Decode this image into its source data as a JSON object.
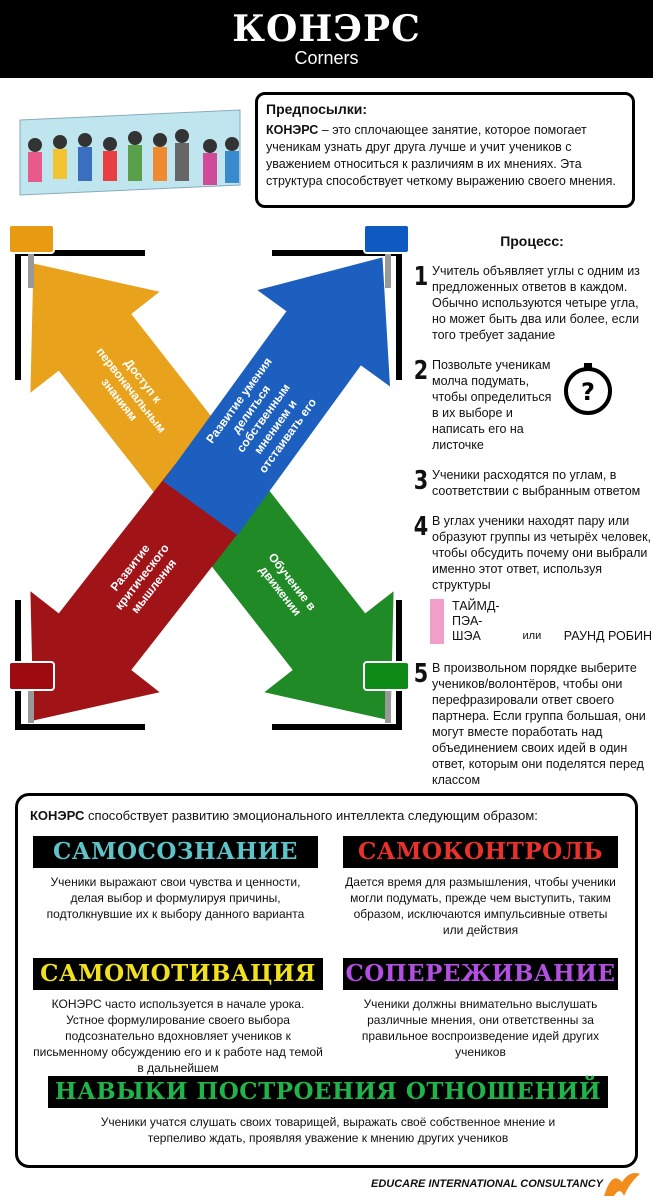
{
  "header": {
    "title": "КОНЭРС",
    "subtitle": "Corners"
  },
  "background": {
    "heading": "Предпосылки:",
    "lead": "КОНЭРС",
    "text": " – это сплочающее занятие, которое помогает ученикам узнать друг друга лучше и учит учеников с уважением относиться к различиям в их мнениях. Эта структура способствует четкому выражению своего мнения."
  },
  "arrows": {
    "yellow": [
      "Доступ к",
      "первоначальным",
      "знаниям"
    ],
    "blue": [
      "Развитие умения",
      "делиться",
      "собственным",
      "мнением и",
      "отстаивать его"
    ],
    "red": [
      "Развитие",
      "критического",
      "мышления"
    ],
    "green": [
      "Обучение в",
      "движении"
    ],
    "colors": {
      "yellow": "#e8a21c",
      "blue": "#1c5fbf",
      "red": "#a01418",
      "green": "#1f8a26"
    }
  },
  "process": {
    "title": "Процесс:",
    "steps": [
      {
        "n": "1",
        "text": "Учитель объявляет углы с одним из предложенных ответов в каждом. Обычно используются четыре угла, но может быть два или более, если того требует задание"
      },
      {
        "n": "2",
        "text": "Позвольте ученикам молча подумать, чтобы определиться в их выборе и написать его на листочке"
      },
      {
        "n": "3",
        "text": "Ученики расходятся по углам, в соответствии с выбранным ответом"
      },
      {
        "n": "4",
        "text": "В углах ученики находят пару или образуют  группы из четырёх человек, чтобы обсудить почему они  выбрали именно этот ответ, используя структуры"
      },
      {
        "n": "5",
        "text": "В произвольном порядке выберите учеников/волонтёров, чтобы они перефразировали ответ своего партнера. Если группа большая, они могут вместе поработать над объединением своих идей в один ответ, которым они поделятся перед классом"
      }
    ],
    "structure_a": "ТАЙМД-ПЭА-ШЭА",
    "or": "или",
    "structure_b": "РАУНД РОБИН"
  },
  "ei": {
    "lead": "КОНЭРС",
    "intro": " способствует развитию эмоционального интеллекта следующим образом:",
    "cats": [
      {
        "title": "САМОСОЗНАНИЕ",
        "color": "#5cc3c8",
        "text": "Ученики выражают свои чувства и ценности, делая выбор и  формулируя причины, подтолкнувшие их к выбору данного варианта"
      },
      {
        "title": "САМОКОНТРОЛЬ",
        "color": "#e8312a",
        "text": "Дается время для размышления, чтобы ученики могли подумать, прежде чем выступить, таким образом, исключаются импульсивные ответы или действия"
      },
      {
        "title": "САМОМОТИВАЦИЯ",
        "color": "#f1e01c",
        "text": "КОНЭРС часто используется в начале урока. Устное формулирование своего выбора подсознательно вдохновляет учеников к письменному обсуждению его и к работе над темой в дальнейшем"
      },
      {
        "title": "СОПЕРЕЖИВАНИЕ",
        "color": "#b24fe0",
        "text": "Ученики должны внимательно выслушать различные мнения, они ответственны за правильное воспроизведение идей других учеников"
      },
      {
        "title": "НАВЫКИ ПОСТРОЕНИЯ ОТНОШЕНИЙ",
        "color": "#20b34a",
        "text": "Ученики учатся слушать своих товарищей, выражать своё собственное мнение и  терпеливо ждать,  проявляя уважение к мнению других учеников"
      }
    ]
  },
  "footer": {
    "text": "EDUCARE INTERNATIONAL CONSULTANCY"
  }
}
